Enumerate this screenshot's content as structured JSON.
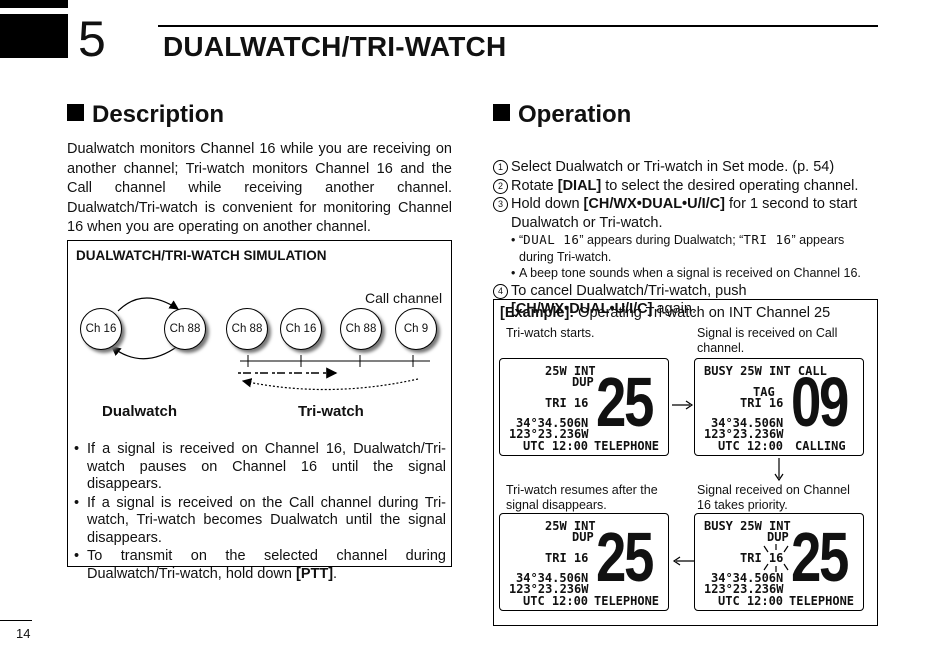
{
  "chapter": {
    "number": "5",
    "title": "DUALWATCH/TRI-WATCH"
  },
  "description": {
    "heading": "Description",
    "body": "Dualwatch monitors Channel 16 while you are receiving on another channel; Tri-watch monitors Channel 16 and the Call channel while receiving another channel. Dualwatch/Tri-watch is convenient for monitoring Channel 16 when you are operating on another channel.",
    "simulation": {
      "title": "DUALWATCH/TRI-WATCH SIMULATION",
      "call_channel_label": "Call channel",
      "dual_channels": [
        "Ch 16",
        "Ch 88"
      ],
      "tri_channels": [
        "Ch 88",
        "Ch 16",
        "Ch 88",
        "Ch 9"
      ],
      "dual_label": "Dualwatch",
      "tri_label": "Tri-watch"
    },
    "bullets": [
      "If a signal is received on Channel 16, Dualwatch/Tri-watch pauses on Channel 16 until the signal disappears.",
      "If a signal is received on the Call channel during Tri-watch, Tri-watch becomes Dualwatch until the signal disappears.",
      "To transmit on the selected channel during Dualwatch/Tri-watch, hold down"
    ],
    "bullet3_key": "[PTT]",
    "bullet3_end": "."
  },
  "operation": {
    "heading": "Operation",
    "steps": [
      {
        "num": "1",
        "text": "Select Dualwatch or Tri-watch in Set mode. (p. 54)"
      },
      {
        "num": "2",
        "pre": "Rotate ",
        "key": "[DIAL]",
        "post": " to select the desired operating channel."
      },
      {
        "num": "3",
        "pre": "Hold down ",
        "key": "[CH/WX•DUAL•U/I/C]",
        "post": " for 1 second to start Dualwatch or Tri-watch."
      },
      {
        "num": "4",
        "pre": "To cancel Dualwatch/Tri-watch, push ",
        "key": "[CH/WX•DUAL•U/I/C]",
        "post": " again."
      }
    ],
    "subbullets": {
      "a_open": "“",
      "a_lcd": "DUAL 16",
      "a_mid": "” appears during Dualwatch; “",
      "a_lcd2": "TRI 16",
      "a_end": "” appears during Tri-watch.",
      "b": "A beep tone sounds when a signal is received on Channel 16."
    },
    "example": {
      "title_bold": "[Example]:",
      "title_rest": " Operating Tri-watch on INT Channel 25",
      "panels": [
        {
          "caption": "Tri-watch starts.",
          "top": "25W  INT",
          "dup": "DUP",
          "mode": "TRI 16",
          "tag": "",
          "lat": "34°34.506N",
          "lon": "123°23.236W",
          "utc": "UTC 12:00",
          "ch": "25",
          "label": "TELEPHONE"
        },
        {
          "caption": "Signal is received on Call channel.",
          "top": "BUSY 25W  INT  CALL",
          "dup": "",
          "mode": "TRI 16",
          "tag": "TAG",
          "lat": "34°34.506N",
          "lon": "123°23.236W",
          "utc": "UTC 12:00",
          "ch": "09",
          "label": "CALLING"
        },
        {
          "caption": "Tri-watch resumes after the signal disappears.",
          "top": "25W  INT",
          "dup": "DUP",
          "mode": "TRI 16",
          "tag": "",
          "lat": "34°34.506N",
          "lon": "123°23.236W",
          "utc": "UTC 12:00",
          "ch": "25",
          "label": "TELEPHONE"
        },
        {
          "caption": "Signal received on Channel 16 takes priority.",
          "top": "BUSY 25W  INT",
          "dup": "DUP",
          "mode": "TRI 16",
          "tag": "",
          "lat": "34°34.506N",
          "lon": "123°23.236W",
          "utc": "UTC 12:00",
          "ch": "25",
          "label": "TELEPHONE"
        }
      ]
    }
  },
  "page_number": "14"
}
